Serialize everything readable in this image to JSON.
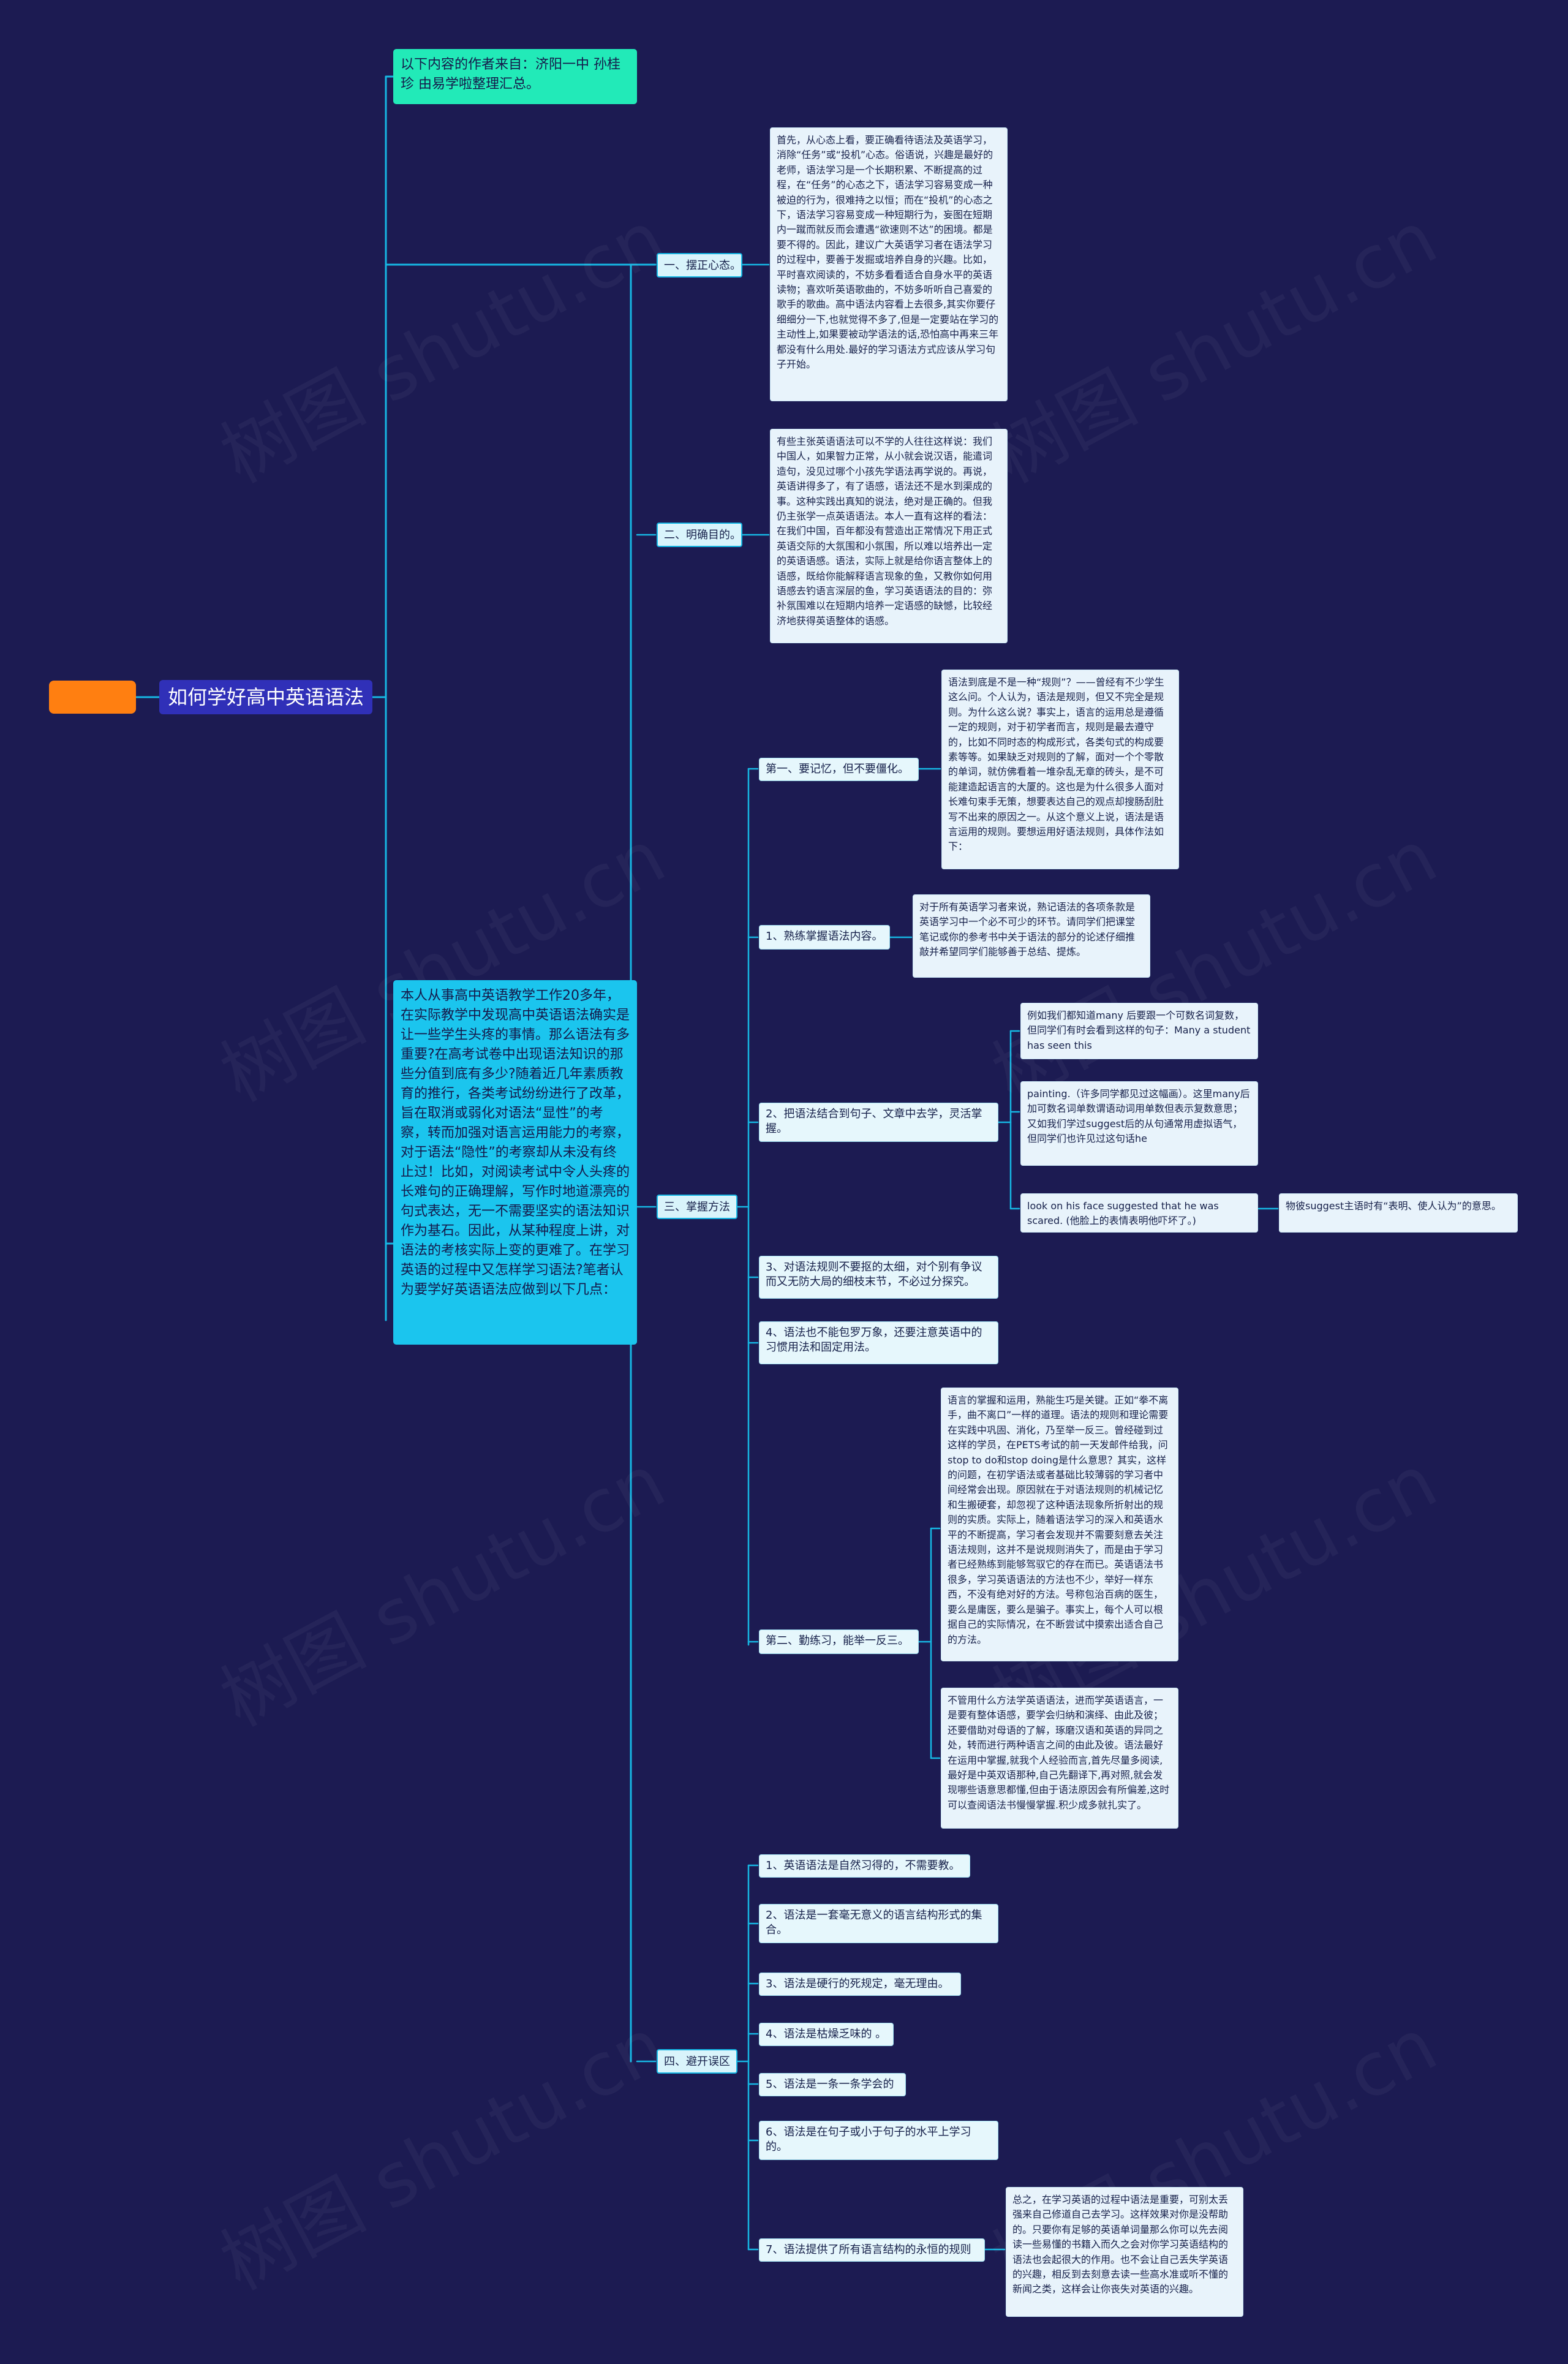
{
  "watermark": "树图 shutu.cn",
  "colors": {
    "background": "#1c1b52",
    "root": "#ff7f11",
    "main": "#3030b8",
    "author": "#22eab8",
    "intro": "#1bc5ee",
    "line": "#16b7e4"
  },
  "root": {
    "label": ""
  },
  "main": {
    "title": "如何学好高中英语语法"
  },
  "author": "以下内容的作者来自：济阳一中 孙桂珍 由易学啦整理汇总。",
  "intro": "本人从事高中英语教学工作20多年，在实际教学中发现高中英语语法确实是让一些学生头疼的事情。那么语法有多重要?在高考试卷中出现语法知识的那些分值到底有多少?随着近几年素质教育的推行，各类考试纷纷进行了改革，旨在取消或弱化对语法“显性”的考察，转而加强对语言运用能力的考察，对于语法“隐性”的考察却从未没有终止过！比如，对阅读考试中令人头疼的长难句的正确理解，写作时地道漂亮的句式表达，无一不需要坚实的语法知识作为基石。因此，从某种程度上讲，对语法的考核实际上变的更难了。在学习英语的过程中又怎样学习语法?笔者认为要学好英语语法应做到以下几点：",
  "sections": {
    "s1": {
      "label": "一、摆正心态。",
      "text": "首先，从心态上看，要正确看待语法及英语学习，消除“任务”或“投机”心态。俗语说，兴趣是最好的老师，语法学习是一个长期积累、不断提高的过程，在“任务”的心态之下，语法学习容易变成一种被迫的行为，很难持之以恒；而在“投机”的心态之下，语法学习容易变成一种短期行为，妄图在短期内一蹴而就反而会遭遇“欲速则不达”的困境。都是要不得的。因此，建议广大英语学习者在语法学习的过程中，要善于发掘或培养自身的兴趣。比如，平时喜欢阅读的，不妨多看看适合自身水平的英语读物；喜欢听英语歌曲的，不妨多听听自己喜爱的歌手的歌曲。高中语法内容看上去很多,其实你要仔细细分一下,也就觉得不多了,但是一定要站在学习的主动性上,如果要被动学语法的话,恐怕高中再来三年都没有什么用处.最好的学习语法方式应该从学习句子开始。"
    },
    "s2": {
      "label": "二、明确目的。",
      "text": "有些主张英语语法可以不学的人往往这样说：我们中国人，如果智力正常，从小就会说汉语，能遣词造句，没见过哪个小孩先学语法再学说的。再说，英语讲得多了，有了语感，语法还不是水到渠成的事。这种实践出真知的说法，绝对是正确的。但我仍主张学一点英语语法。本人一直有这样的看法：在我们中国，百年都没有营造出正常情况下用正式英语交际的大氛围和小氛围，所以难以培养出一定的英语语感。语法，实际上就是给你语言整体上的语感，既给你能解释语言现象的鱼，又教你如何用语感去钓语言深层的鱼，学习英语语法的目的：弥补氛围难以在短期内培养一定语感的缺憾，比较经济地获得英语整体的语感。"
    },
    "s3": {
      "label": "三、掌握方法",
      "m1": {
        "label": "第一、要记忆，但不要僵化。",
        "text": "语法到底是不是一种“规则”？——曾经有不少学生这么问。个人认为，语法是规则，但又不完全是规则。为什么这么说？事实上，语言的运用总是遵循一定的规则，对于初学者而言，规则是最去遵守的，比如不同时态的构成形式，各类句式的构成要素等等。如果缺乏对规则的了解，面对一个个零散的单词，就仿佛看着一堆杂乱无章的砖头，是不可能建造起语言的大厦的。这也是为什么很多人面对长难句束手无策，想要表达自己的观点却搜肠刮肚写不出来的原因之一。从这个意义上说，语法是语言运用的规则。要想运用好语法规则，具体作法如下："
      },
      "m2": {
        "label": "1、熟练掌握语法内容。",
        "text": "对于所有英语学习者来说，熟记语法的各项条款是英语学习中一个必不可少的环节。请同学们把课堂笔记或你的参考书中关于语法的部分的论述仔细推敲并希望同学们能够善于总结、提炼。"
      },
      "m3": {
        "label": "2、把语法结合到句子、文章中去学，灵活掌握。",
        "e1": "例如我们都知道many 后要跟一个可数名词复数，但同学们有时会看到这样的句子：Many a student has seen this",
        "e2": "painting.（许多同学都见过这幅画）。这里many后加可数名词单数谓语动词用单数但表示复数意思；又如我们学过suggest后的从句通常用虚拟语气，但同学们也许见过这句话he",
        "e3": "look on his face suggested that he was scared. (他脸上的表情表明他吓坏了。)",
        "e3note": "物彼suggest主语时有“表明、使人认为”的意思。"
      },
      "m4": {
        "label": "3、对语法规则不要抠的太细，对个别有争议而又无防大局的细枝末节，不必过分探究。"
      },
      "m5": {
        "label": "4、语法也不能包罗万象，还要注意英语中的习惯用法和固定用法。"
      },
      "m6": {
        "label": "第二、勤练习，能举一反三。",
        "t1": "语言的掌握和运用，熟能生巧是关键。正如“拳不离手，曲不离口”一样的道理。语法的规则和理论需要在实践中巩固、消化，乃至举一反三。曾经碰到过这样的学员，在PETS考试的前一天发邮件给我，问stop to do和stop doing是什么意思？其实，这样的问题，在初学语法或者基础比较薄弱的学习者中间经常会出现。原因就在于对语法规则的机械记忆和生搬硬套，却忽视了这种语法现象所折射出的规则的实质。实际上，随着语法学习的深入和英语水平的不断提高，学习者会发现并不需要刻意去关注语法规则，这并不是说规则消失了，而是由于学习者已经熟练到能够驾驭它的存在而已。英语语法书很多，学习英语语法的方法也不少，举好一样东西，不没有绝对好的方法。号称包治百病的医生，要么是庸医，要么是骗子。事实上，每个人可以根据自己的实际情况，在不断尝试中摸索出适合自己的方法。",
        "t2": "不管用什么方法学英语语法，进而学英语语言，一是要有整体语感，要学会归纳和演绎、由此及彼；还要借助对母语的了解，琢磨汉语和英语的异同之处，转而进行两种语言之间的由此及彼。语法最好在运用中掌握,就我个人经验而言,首先尽量多阅读,最好是中英双语那种,自己先翻译下,再对照,就会发现哪些语意思都懂,但由于语法原因会有所偏差,这时可以查阅语法书慢慢掌握.积少成多就扎实了。"
      }
    },
    "s4": {
      "label": "四、避开误区",
      "items": [
        "1、英语语法是自然习得的，不需要教。",
        "2、语法是一套毫无意义的语言结构形式的集合。",
        "3、语法是硬行的死规定，毫无理由。",
        "4、语法是枯燥乏味的 。",
        "5、语法是一条一条学会的",
        "6、语法是在句子或小于句子的水平上学习的。",
        "7、语法提供了所有语言结构的永恒的规则"
      ],
      "summary": "总之，在学习英语的过程中语法是重要，可别太丢强来自己修道自己去学习。这样效果对你是没帮助的。只要你有足够的英语单词量那么你可以先去阅读一些易懂的书籍入而久之会对你学习英语结构的语法也会起很大的作用。也不会让自己丢失学英语的兴趣，相反到去刻意去读一些高水准或听不懂的新闻之类，这样会让你丧失对英语的兴趣。"
    }
  }
}
